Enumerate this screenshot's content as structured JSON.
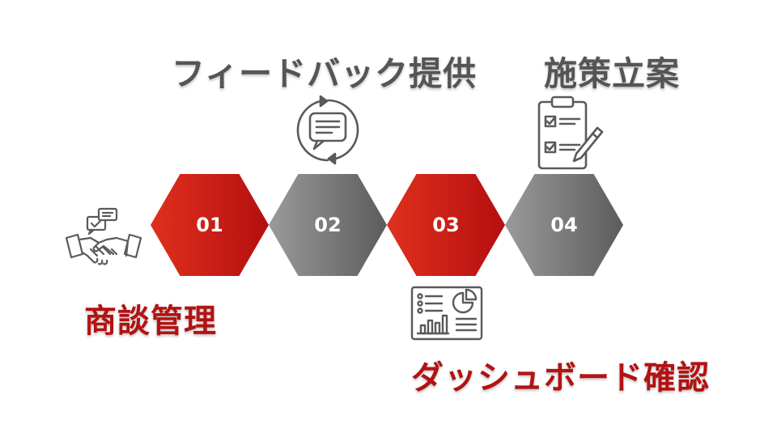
{
  "steps": [
    {
      "number": "01",
      "label": "商談管理",
      "color": "#b31212",
      "icon": "handshake-icon"
    },
    {
      "number": "02",
      "label": "フィードバック提供",
      "color": "#555555",
      "icon": "feedback-chat-icon"
    },
    {
      "number": "03",
      "label": "ダッシュボード確認",
      "color": "#b31212",
      "icon": "dashboard-icon"
    },
    {
      "number": "04",
      "label": "施策立案",
      "color": "#555555",
      "icon": "clipboard-checklist-icon"
    }
  ]
}
